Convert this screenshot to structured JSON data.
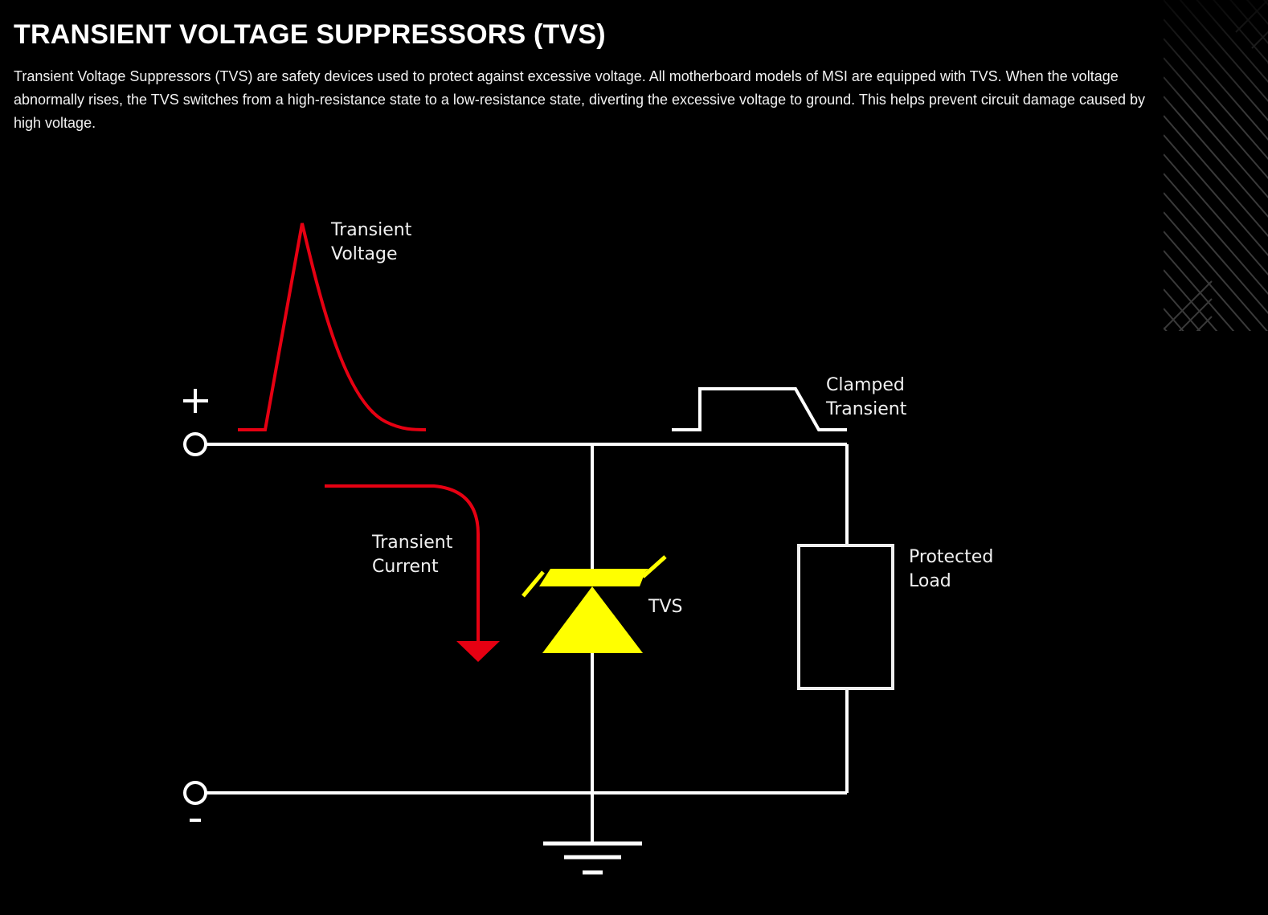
{
  "header": {
    "title": "TRANSIENT VOLTAGE SUPPRESSORS (TVS)",
    "description": "Transient Voltage Suppressors (TVS) are safety devices used to protect against excessive voltage. All motherboard models of MSI are equipped with TVS. When the voltage abnormally rises, the TVS switches from a high-resistance state to a low-resistance state, diverting the excessive voltage to ground. This helps prevent circuit damage caused by high voltage."
  },
  "diagram": {
    "colors": {
      "background": "#000000",
      "wire": "#ffffff",
      "transient": "#e60012",
      "tvs": "#ffff00",
      "pattern": "#3a3a3a"
    },
    "terminals": {
      "positive_symbol": "+",
      "negative_symbol": "-"
    },
    "labels": {
      "transient_voltage": [
        "Transient",
        "Voltage"
      ],
      "clamped_transient": [
        "Clamped",
        "Transient"
      ],
      "transient_current": [
        "Transient",
        "Current"
      ],
      "tvs": "TVS",
      "protected_load": [
        "Protected",
        "Load"
      ]
    },
    "icons": {
      "transient_voltage_waveform": "spike-waveform-icon",
      "clamped_waveform": "clamped-waveform-icon",
      "current_arrow": "arrow-down-icon",
      "tvs_symbol": "tvs-diode-icon",
      "load": "resistor-box-icon",
      "ground": "ground-icon",
      "terminal": "terminal-circle-icon"
    }
  }
}
